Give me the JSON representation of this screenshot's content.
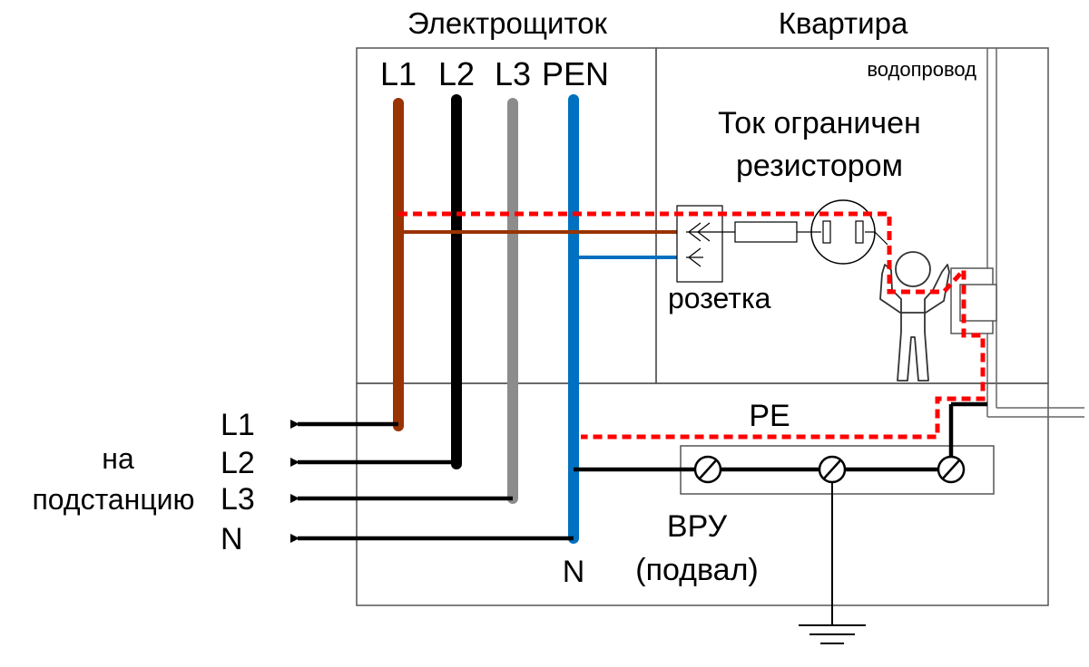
{
  "header": {
    "panel_title": "Электрощиток",
    "apartment_title": "Квартира"
  },
  "panel": {
    "bus_labels": [
      "L1",
      "L2",
      "L3",
      "PEN"
    ]
  },
  "apartment": {
    "water_pipe": "водопровод",
    "note_line1": "Ток ограничен",
    "note_line2": "резистором",
    "socket": "розетка"
  },
  "outgoing": {
    "labels": [
      "L1",
      "L2",
      "L3",
      "N"
    ],
    "destination_line1": "на",
    "destination_line2": "подстанцию"
  },
  "basement": {
    "pe_label": "PE",
    "n_label": "N",
    "vru_line1": "ВРУ",
    "vru_line2": "(подвал)"
  },
  "colors": {
    "l1": "#993300",
    "l2": "#000000",
    "l3": "#8c8c8c",
    "pen": "#0070c0",
    "fault_path": "#ff0000"
  }
}
